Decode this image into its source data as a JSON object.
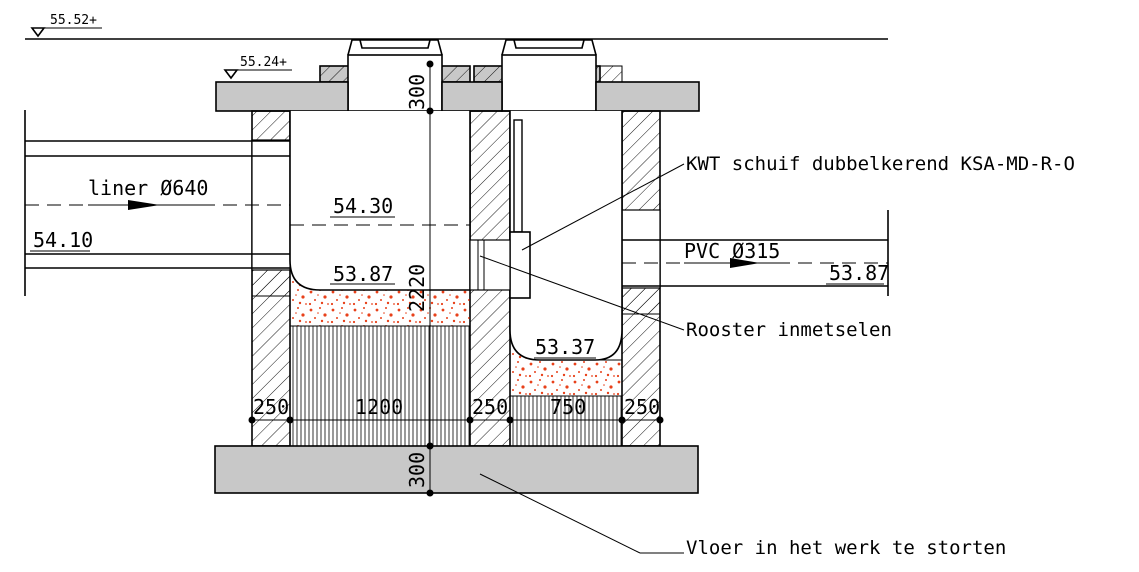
{
  "levels": {
    "ground": "55.52+",
    "cover_top": "55.24+",
    "liner_axis": "54.30",
    "liner_invert": "54.10",
    "chamber1_bottom": "53.87",
    "pvc_invert": "53.87",
    "chamber2_bottom": "53.37"
  },
  "pipes": {
    "liner": "liner Ø640",
    "pvc": "PVC Ø315"
  },
  "dimensions": {
    "cover_thickness": "300",
    "total_height": "2220",
    "floor_thickness": "300",
    "wall_left": "250",
    "chamber1_width": "1200",
    "wall_middle": "250",
    "chamber2_width": "750",
    "wall_right": "250"
  },
  "callouts": {
    "valve": "KWT schuif dubbelkerend KSA-MD-R-O",
    "grate": "Rooster inmetselen",
    "floor": "Vloer in het werk te storten"
  },
  "colors": {
    "concrete": "#c8c8c8",
    "fill_dots": "#e8411a",
    "line": "#000000"
  }
}
